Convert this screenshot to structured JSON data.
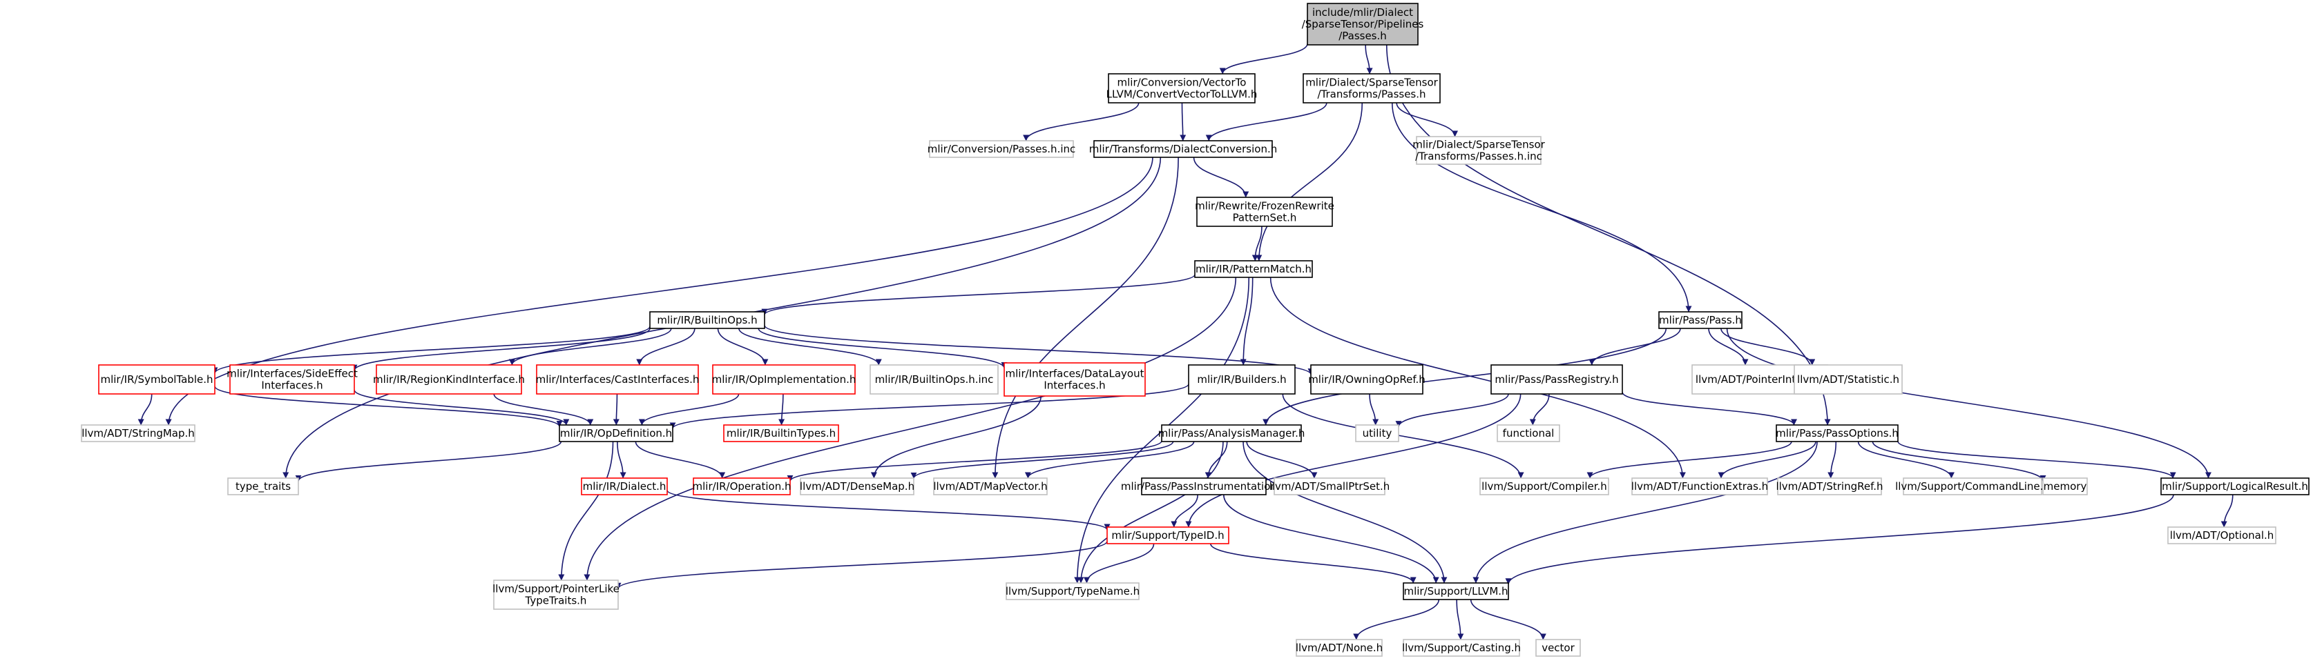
{
  "graph": {
    "nodes": [
      {
        "id": "root",
        "lines": [
          "include/mlir/Dialect",
          "/SparseTensor/Pipelines",
          "/Passes.h"
        ],
        "style": "root"
      },
      {
        "id": "conv_vec",
        "lines": [
          "mlir/Conversion/VectorTo",
          "LLVM/ConvertVectorToLLVM.h"
        ],
        "style": "normal"
      },
      {
        "id": "st_passes",
        "lines": [
          "mlir/Dialect/SparseTensor",
          "/Transforms/Passes.h"
        ],
        "style": "normal"
      },
      {
        "id": "conv_inc",
        "lines": [
          "mlir/Conversion/Passes.h.inc"
        ],
        "style": "gray"
      },
      {
        "id": "dialect_conv",
        "lines": [
          "mlir/Transforms/DialectConversion.h"
        ],
        "style": "normal"
      },
      {
        "id": "st_inc",
        "lines": [
          "mlir/Dialect/SparseTensor",
          "/Transforms/Passes.h.inc"
        ],
        "style": "gray"
      },
      {
        "id": "frozen",
        "lines": [
          "mlir/Rewrite/FrozenRewrite",
          "PatternSet.h"
        ],
        "style": "normal"
      },
      {
        "id": "pattern",
        "lines": [
          "mlir/IR/PatternMatch.h"
        ],
        "style": "normal"
      },
      {
        "id": "builtinops",
        "lines": [
          "mlir/IR/BuiltinOps.h"
        ],
        "style": "normal"
      },
      {
        "id": "pass",
        "lines": [
          "mlir/Pass/Pass.h"
        ],
        "style": "normal"
      },
      {
        "id": "symtab",
        "lines": [
          "mlir/IR/SymbolTable.h"
        ],
        "style": "red"
      },
      {
        "id": "sideeffect",
        "lines": [
          "mlir/Interfaces/SideEffect",
          "Interfaces.h"
        ],
        "style": "red"
      },
      {
        "id": "regionkind",
        "lines": [
          "mlir/IR/RegionKindInterface.h"
        ],
        "style": "red"
      },
      {
        "id": "cast",
        "lines": [
          "mlir/Interfaces/CastInterfaces.h"
        ],
        "style": "red"
      },
      {
        "id": "opimpl",
        "lines": [
          "mlir/IR/OpImplementation.h"
        ],
        "style": "red"
      },
      {
        "id": "builtinops_inc",
        "lines": [
          "mlir/IR/BuiltinOps.h.inc"
        ],
        "style": "gray"
      },
      {
        "id": "datalayout",
        "lines": [
          "mlir/Interfaces/DataLayout",
          "Interfaces.h"
        ],
        "style": "red"
      },
      {
        "id": "builders",
        "lines": [
          "mlir/IR/Builders.h"
        ],
        "style": "normal"
      },
      {
        "id": "owningop",
        "lines": [
          "mlir/IR/OwningOpRef.h"
        ],
        "style": "normal"
      },
      {
        "id": "passreg",
        "lines": [
          "mlir/Pass/PassRegistry.h"
        ],
        "style": "normal"
      },
      {
        "id": "ptrintpair",
        "lines": [
          "llvm/ADT/PointerIntPair.h"
        ],
        "style": "gray"
      },
      {
        "id": "statistic",
        "lines": [
          "llvm/ADT/Statistic.h"
        ],
        "style": "gray"
      },
      {
        "id": "stringmap",
        "lines": [
          "llvm/ADT/StringMap.h"
        ],
        "style": "gray"
      },
      {
        "id": "opdef",
        "lines": [
          "mlir/IR/OpDefinition.h"
        ],
        "style": "normal"
      },
      {
        "id": "builtintypes",
        "lines": [
          "mlir/IR/BuiltinTypes.h"
        ],
        "style": "red"
      },
      {
        "id": "analysis",
        "lines": [
          "mlir/Pass/AnalysisManager.h"
        ],
        "style": "normal"
      },
      {
        "id": "utility",
        "lines": [
          "utility"
        ],
        "style": "gray"
      },
      {
        "id": "functional",
        "lines": [
          "functional"
        ],
        "style": "gray"
      },
      {
        "id": "passopts",
        "lines": [
          "mlir/Pass/PassOptions.h"
        ],
        "style": "normal"
      },
      {
        "id": "type_traits",
        "lines": [
          "type_traits"
        ],
        "style": "gray"
      },
      {
        "id": "dialect",
        "lines": [
          "mlir/IR/Dialect.h"
        ],
        "style": "red"
      },
      {
        "id": "operation",
        "lines": [
          "mlir/IR/Operation.h"
        ],
        "style": "red"
      },
      {
        "id": "densemap",
        "lines": [
          "llvm/ADT/DenseMap.h"
        ],
        "style": "gray"
      },
      {
        "id": "mapvector",
        "lines": [
          "llvm/ADT/MapVector.h"
        ],
        "style": "gray"
      },
      {
        "id": "passinstr",
        "lines": [
          "mlir/Pass/PassInstrumentation.h"
        ],
        "style": "normal"
      },
      {
        "id": "smallptrset",
        "lines": [
          "llvm/ADT/SmallPtrSet.h"
        ],
        "style": "gray"
      },
      {
        "id": "compiler",
        "lines": [
          "llvm/Support/Compiler.h"
        ],
        "style": "gray"
      },
      {
        "id": "funcextras",
        "lines": [
          "llvm/ADT/FunctionExtras.h"
        ],
        "style": "gray"
      },
      {
        "id": "stringref",
        "lines": [
          "llvm/ADT/StringRef.h"
        ],
        "style": "gray"
      },
      {
        "id": "cmdline",
        "lines": [
          "llvm/Support/CommandLine.h"
        ],
        "style": "gray"
      },
      {
        "id": "memory",
        "lines": [
          "memory"
        ],
        "style": "gray"
      },
      {
        "id": "logicalresult",
        "lines": [
          "mlir/Support/LogicalResult.h"
        ],
        "style": "normal"
      },
      {
        "id": "typeid",
        "lines": [
          "mlir/Support/TypeID.h"
        ],
        "style": "red"
      },
      {
        "id": "optional",
        "lines": [
          "llvm/ADT/Optional.h"
        ],
        "style": "gray"
      },
      {
        "id": "ptrlike",
        "lines": [
          "llvm/Support/PointerLike",
          "TypeTraits.h"
        ],
        "style": "gray"
      },
      {
        "id": "typename",
        "lines": [
          "llvm/Support/TypeName.h"
        ],
        "style": "gray"
      },
      {
        "id": "llvm_h",
        "lines": [
          "mlir/Support/LLVM.h"
        ],
        "style": "normal"
      },
      {
        "id": "none",
        "lines": [
          "llvm/ADT/None.h"
        ],
        "style": "gray"
      },
      {
        "id": "casting",
        "lines": [
          "llvm/Support/Casting.h"
        ],
        "style": "gray"
      },
      {
        "id": "vector",
        "lines": [
          "vector"
        ],
        "style": "gray"
      }
    ],
    "edges": [
      [
        "root",
        "conv_vec"
      ],
      [
        "root",
        "st_passes"
      ],
      [
        "root",
        "passopts"
      ],
      [
        "conv_vec",
        "conv_inc"
      ],
      [
        "conv_vec",
        "dialect_conv"
      ],
      [
        "st_passes",
        "dialect_conv"
      ],
      [
        "st_passes",
        "st_inc"
      ],
      [
        "st_passes",
        "pattern"
      ],
      [
        "st_passes",
        "pass"
      ],
      [
        "dialect_conv",
        "frozen"
      ],
      [
        "dialect_conv",
        "mapvector"
      ],
      [
        "dialect_conv",
        "stringmap"
      ],
      [
        "dialect_conv",
        "type_traits"
      ],
      [
        "frozen",
        "pattern"
      ],
      [
        "pattern",
        "builtinops"
      ],
      [
        "pattern",
        "builders"
      ],
      [
        "pattern",
        "funcextras"
      ],
      [
        "pattern",
        "typename"
      ],
      [
        "pattern",
        "ptrlike"
      ],
      [
        "builtinops",
        "symtab"
      ],
      [
        "builtinops",
        "sideeffect"
      ],
      [
        "builtinops",
        "regionkind"
      ],
      [
        "builtinops",
        "cast"
      ],
      [
        "builtinops",
        "opimpl"
      ],
      [
        "builtinops",
        "builtinops_inc"
      ],
      [
        "builtinops",
        "datalayout"
      ],
      [
        "builtinops",
        "owningop"
      ],
      [
        "pass",
        "analysis"
      ],
      [
        "pass",
        "passreg"
      ],
      [
        "pass",
        "ptrintpair"
      ],
      [
        "pass",
        "statistic"
      ],
      [
        "pass",
        "logicalresult"
      ],
      [
        "symtab",
        "stringmap"
      ],
      [
        "symtab",
        "opdef"
      ],
      [
        "sideeffect",
        "opdef"
      ],
      [
        "regionkind",
        "opdef"
      ],
      [
        "cast",
        "opdef"
      ],
      [
        "opimpl",
        "opdef"
      ],
      [
        "opimpl",
        "builtintypes"
      ],
      [
        "datalayout",
        "densemap"
      ],
      [
        "builders",
        "opdef"
      ],
      [
        "builders",
        "compiler"
      ],
      [
        "owningop",
        "utility"
      ],
      [
        "passreg",
        "utility"
      ],
      [
        "passreg",
        "functional"
      ],
      [
        "passreg",
        "passopts"
      ],
      [
        "passreg",
        "typeid"
      ],
      [
        "opdef",
        "type_traits"
      ],
      [
        "opdef",
        "dialect"
      ],
      [
        "opdef",
        "operation"
      ],
      [
        "opdef",
        "ptrlike"
      ],
      [
        "analysis",
        "operation"
      ],
      [
        "analysis",
        "densemap"
      ],
      [
        "analysis",
        "mapvector"
      ],
      [
        "analysis",
        "passinstr"
      ],
      [
        "analysis",
        "smallptrset"
      ],
      [
        "analysis",
        "llvm_h"
      ],
      [
        "analysis",
        "typename"
      ],
      [
        "passopts",
        "compiler"
      ],
      [
        "passopts",
        "funcextras"
      ],
      [
        "passopts",
        "stringref"
      ],
      [
        "passopts",
        "cmdline"
      ],
      [
        "passopts",
        "memory"
      ],
      [
        "passopts",
        "logicalresult"
      ],
      [
        "passopts",
        "llvm_h"
      ],
      [
        "dialect",
        "typeid"
      ],
      [
        "passinstr",
        "typeid"
      ],
      [
        "passinstr",
        "llvm_h"
      ],
      [
        "typeid",
        "ptrlike"
      ],
      [
        "typeid",
        "typename"
      ],
      [
        "typeid",
        "llvm_h"
      ],
      [
        "logicalresult",
        "optional"
      ],
      [
        "logicalresult",
        "llvm_h"
      ],
      [
        "llvm_h",
        "none"
      ],
      [
        "llvm_h",
        "casting"
      ],
      [
        "llvm_h",
        "vector"
      ]
    ]
  },
  "colors": {
    "edge": "#191970",
    "root_fill": "#bfbfbf",
    "root_border": "#000000",
    "normal_border": "#000000",
    "red_border": "#ff0000",
    "gray_border": "#bfbfbf",
    "node_fill": "#ffffff",
    "gray_text": "#555555"
  }
}
